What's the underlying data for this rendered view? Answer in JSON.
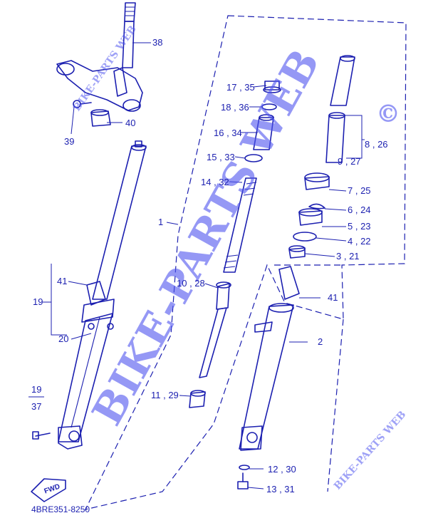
{
  "watermark": {
    "main": "BIKE-PARTS WEB",
    "small": "BIKE-PARTS WEB",
    "copyright": "©"
  },
  "fwd_label": "FWD",
  "catalog_code": "4BRE351-8250",
  "callouts": {
    "c38": "38",
    "c39": "39",
    "c40": "40",
    "c17_35": "17 , 35",
    "c18_36": "18 , 36",
    "c16_34": "16 , 34",
    "c15_33": "15 , 33",
    "c14_32": "14 , 32",
    "c1": "1",
    "c8_26": "8 , 26",
    "c9_27": "9 , 27",
    "c7_25": "7 , 25",
    "c6_24": "6 , 24",
    "c5_23": "5 , 23",
    "c4_22": "4 , 22",
    "c3_21": "3 , 21",
    "c41_left": "41",
    "c19": "19",
    "c20": "20",
    "c10_28": "10 , 28",
    "c41_right": "41",
    "c2": "2",
    "c19_small": "19",
    "c37": "37",
    "c11_29": "11 , 29",
    "c12_30": "12 , 30",
    "c13_31": "13 , 31"
  }
}
